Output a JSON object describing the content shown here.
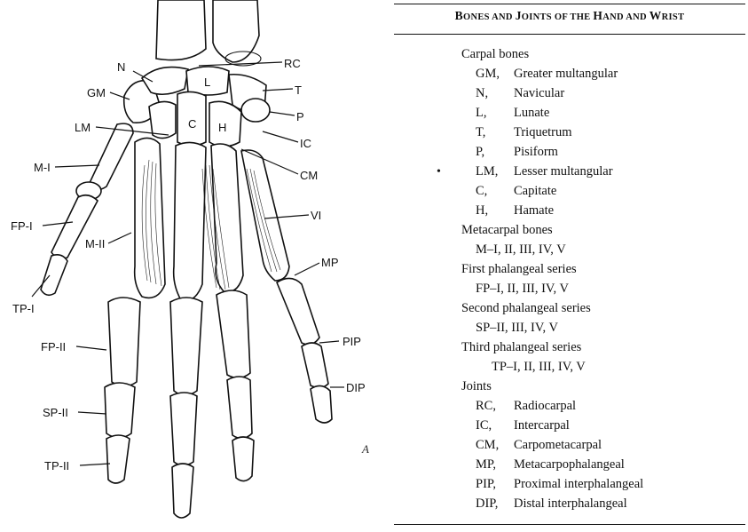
{
  "figure": {
    "labels": {
      "N": "N",
      "RC": "RC",
      "GM": "GM",
      "T": "T",
      "P": "P",
      "LM": "LM",
      "IC": "IC",
      "CM": "CM",
      "MI": "M-I",
      "FPI": "FP-I",
      "MII": "M-II",
      "VI": "VI",
      "MP": "MP",
      "TPI": "TP-I",
      "FPII": "FP-II",
      "PIP": "PIP",
      "DIP": "DIP",
      "SPII": "SP-II",
      "TPII": "TP-II",
      "bone_L": "L",
      "bone_C": "C",
      "bone_H": "H",
      "corner_mark": "A"
    }
  },
  "legend": {
    "title_parts": [
      {
        "big": "B",
        "small": "ONES AND "
      },
      {
        "big": "J",
        "small": "OINTS OF THE "
      },
      {
        "big": "H",
        "small": "AND AND "
      },
      {
        "big": "W",
        "small": "RIST"
      }
    ],
    "bullet": "•",
    "sections": [
      {
        "heading": "Carpal bones",
        "items": [
          {
            "abbr": "GM,",
            "name": "Greater multangular"
          },
          {
            "abbr": "N,",
            "name": "Navicular"
          },
          {
            "abbr": "L,",
            "name": "Lunate"
          },
          {
            "abbr": "T,",
            "name": "Triquetrum"
          },
          {
            "abbr": "P,",
            "name": "Pisiform"
          },
          {
            "abbr": "LM,",
            "name": "Lesser multangular"
          },
          {
            "abbr": "C,",
            "name": "Capitate"
          },
          {
            "abbr": "H,",
            "name": "Hamate"
          }
        ]
      },
      {
        "heading": "Metacarpal bones",
        "line": "M–I, II, III, IV, V"
      },
      {
        "heading": "First phalangeal series",
        "line": "FP–I, II, III, IV, V"
      },
      {
        "heading": "Second phalangeal series",
        "line": "SP–II, III, IV, V"
      },
      {
        "heading": "Third phalangeal series",
        "line": "TP–I, II, III, IV, V"
      },
      {
        "heading": "Joints",
        "items": [
          {
            "abbr": "RC,",
            "name": "Radiocarpal"
          },
          {
            "abbr": "IC,",
            "name": "Intercarpal"
          },
          {
            "abbr": "CM,",
            "name": "Carpometacarpal"
          },
          {
            "abbr": "MP,",
            "name": "Metacarpophalangeal"
          },
          {
            "abbr": "PIP,",
            "name": "Proximal interphalangeal"
          },
          {
            "abbr": "DIP,",
            "name": "Distal interphalangeal"
          }
        ]
      }
    ]
  }
}
